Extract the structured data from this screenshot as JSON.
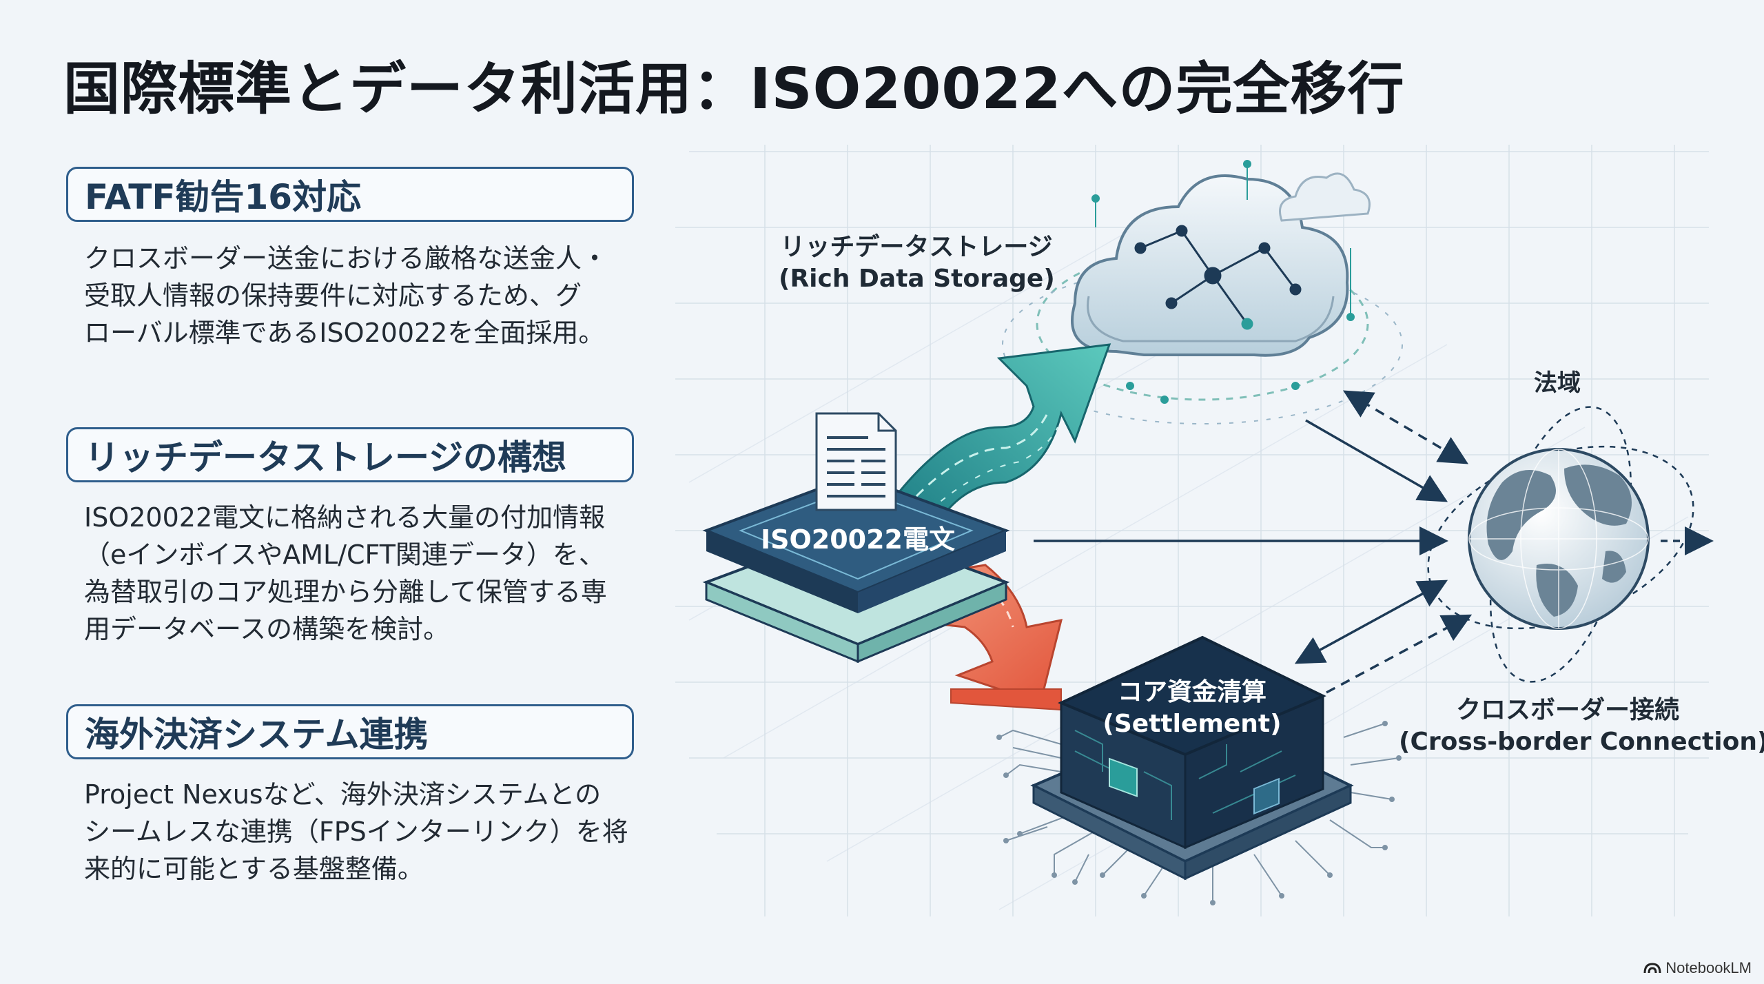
{
  "title": "国際標準とデータ利活用：ISO20022への完全移行",
  "sections": [
    {
      "heading": "FATF勧告16対応",
      "lines": [
        "クロスボーダー送金における厳格な送金人・",
        "受取人情報の保持要件に対応するため、グ",
        "ローバル標準であるISO20022を全面採用。"
      ]
    },
    {
      "heading": "リッチデータストレージの構想",
      "lines": [
        "ISO20022電文に格納される大量の付加情報",
        "（eインボイスやAML/CFT関連データ）を、",
        "為替取引のコア処理から分離して保管する専",
        "用データベースの構築を検討。"
      ]
    },
    {
      "heading": "海外決済システム連携",
      "lines": [
        "Project Nexusなど、海外決済システムとの",
        "シームレスな連携（FPSインターリンク）を将",
        "来的に可能とする基盤整備。"
      ]
    }
  ],
  "diagram": {
    "storage_label_ja": "リッチデータストレージ",
    "storage_label_en": "(Rich Data Storage)",
    "message_label": "ISO20022電文",
    "settlement_label_ja": "コア資金清算",
    "settlement_label_en": "(Settlement)",
    "jurisdiction_label": "法域",
    "crossborder_label_ja": "クロスボーダー接続",
    "crossborder_label_en": "(Cross-border Connection)"
  },
  "brand": "NotebookLM",
  "colors": {
    "teal": "#2a9d9a",
    "coral": "#e8654a",
    "navy": "#1d3a56",
    "border": "#2f5e8c"
  },
  "icons": [
    "cloud-icon",
    "document-icon",
    "globe-icon",
    "chip-icon",
    "notebooklm-logo-icon"
  ]
}
